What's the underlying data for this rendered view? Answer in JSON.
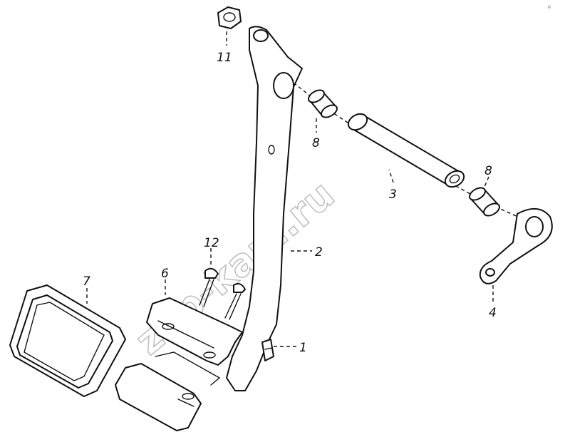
{
  "watermark": "zap-kam.ru",
  "corner_mark": "©",
  "callouts": {
    "c1": "1",
    "c2": "2",
    "c3": "3",
    "c4": "4",
    "c6": "6",
    "c7": "7",
    "c8a": "8",
    "c8b": "8",
    "c11": "11",
    "c12": "12"
  }
}
